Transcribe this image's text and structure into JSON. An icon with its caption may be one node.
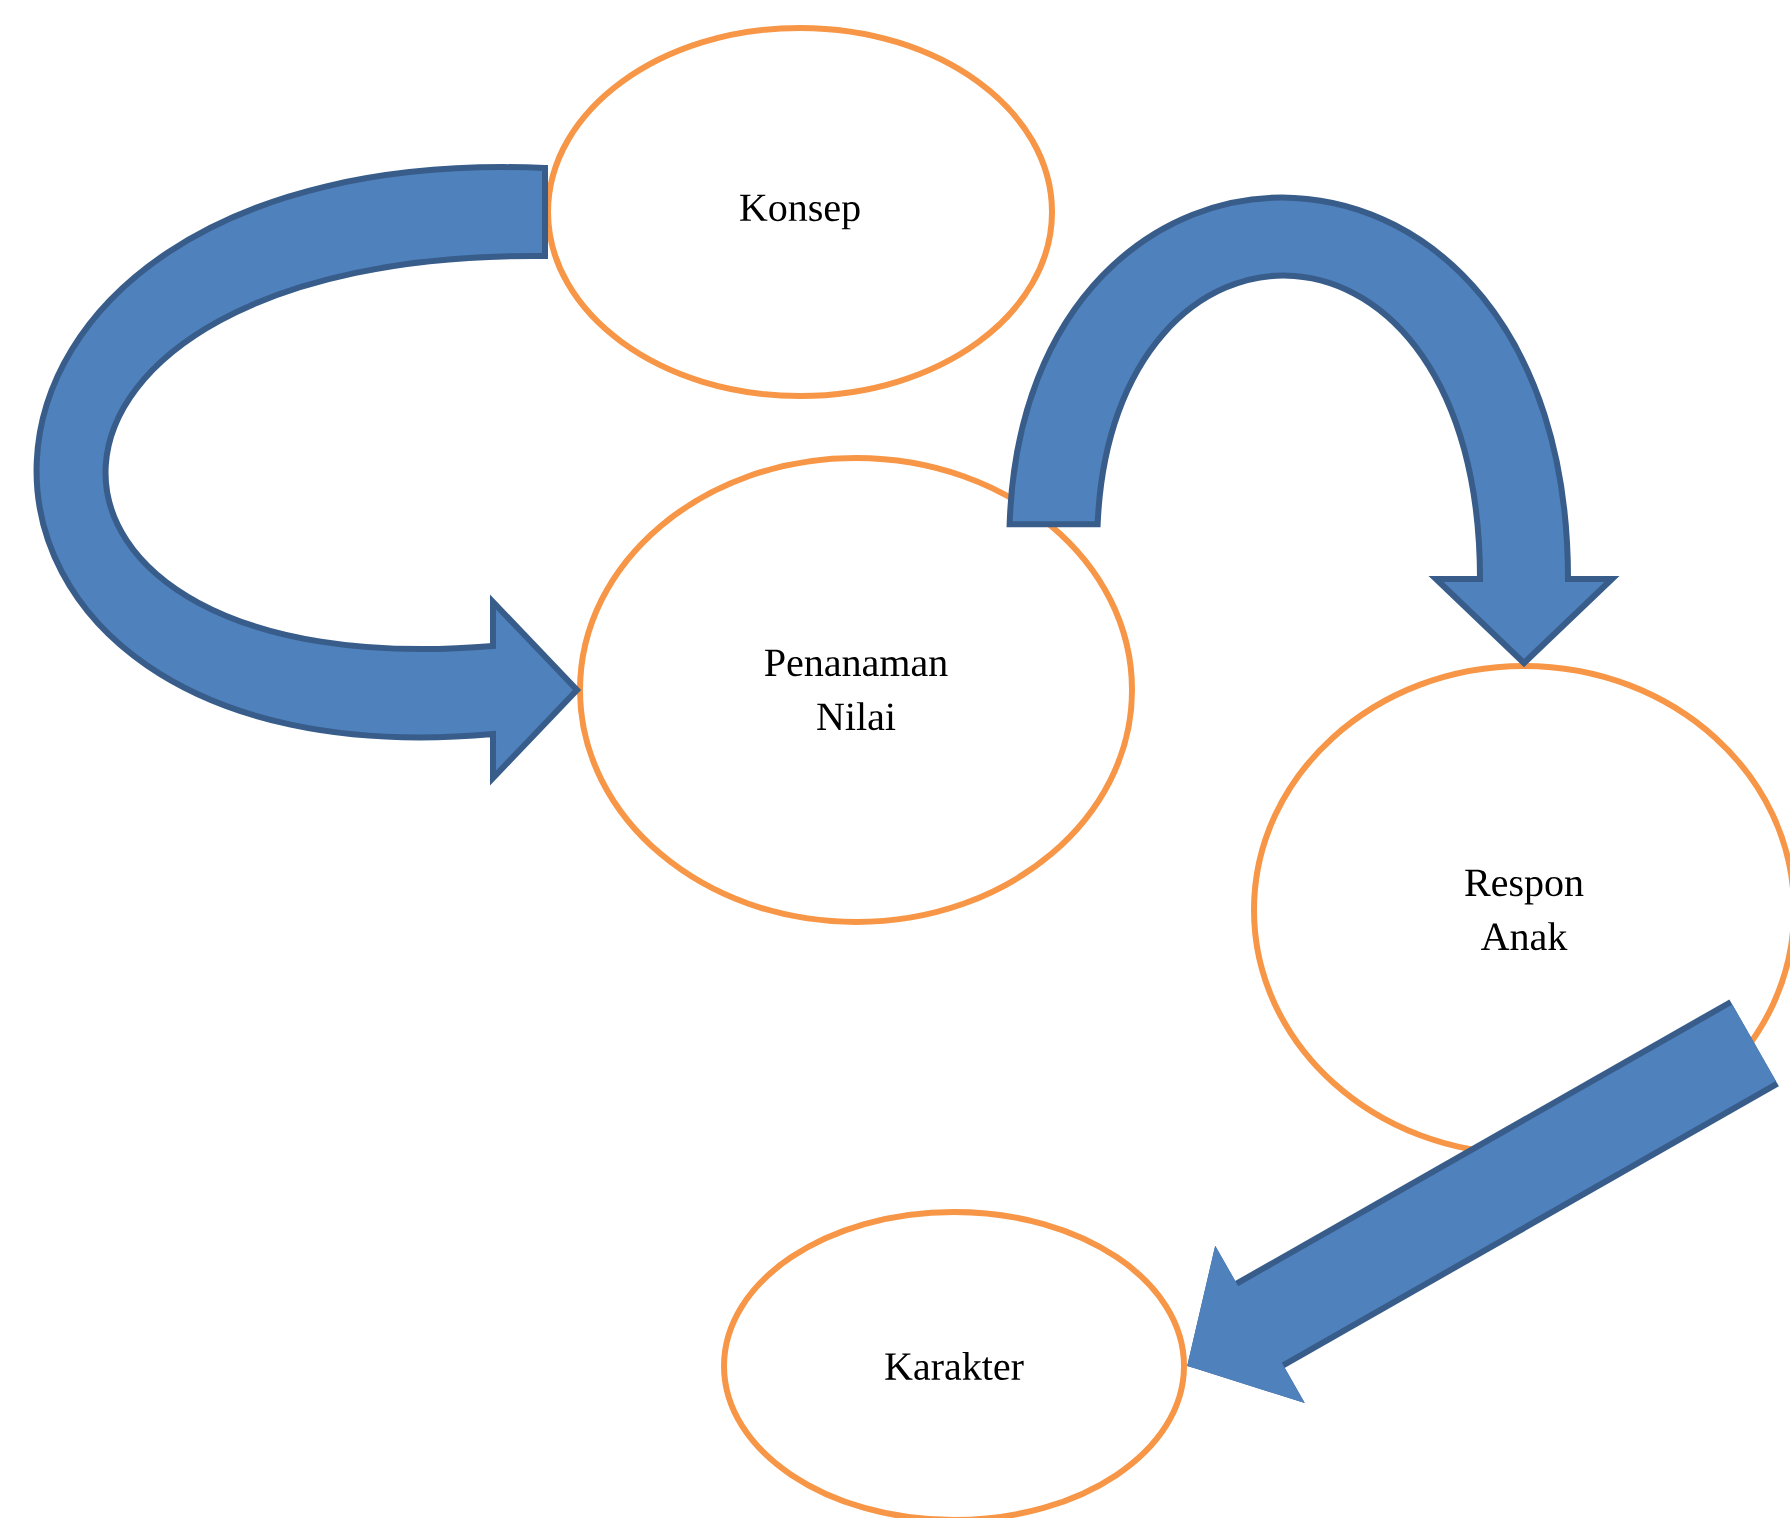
{
  "diagram": {
    "nodes": [
      {
        "text": [
          "Konsep"
        ]
      },
      {
        "text": [
          "Penanaman Nilai"
        ]
      },
      {
        "text": [
          "Respon Anak"
        ]
      },
      {
        "text": [
          "Karakter"
        ]
      }
    ],
    "edges": [
      {
        "from": 0,
        "to": 1,
        "arrow": "to"
      },
      {
        "from": 1,
        "to": 2,
        "arrow": "to"
      },
      {
        "from": 2,
        "to": 3,
        "arrow": "to"
      }
    ]
  }
}
